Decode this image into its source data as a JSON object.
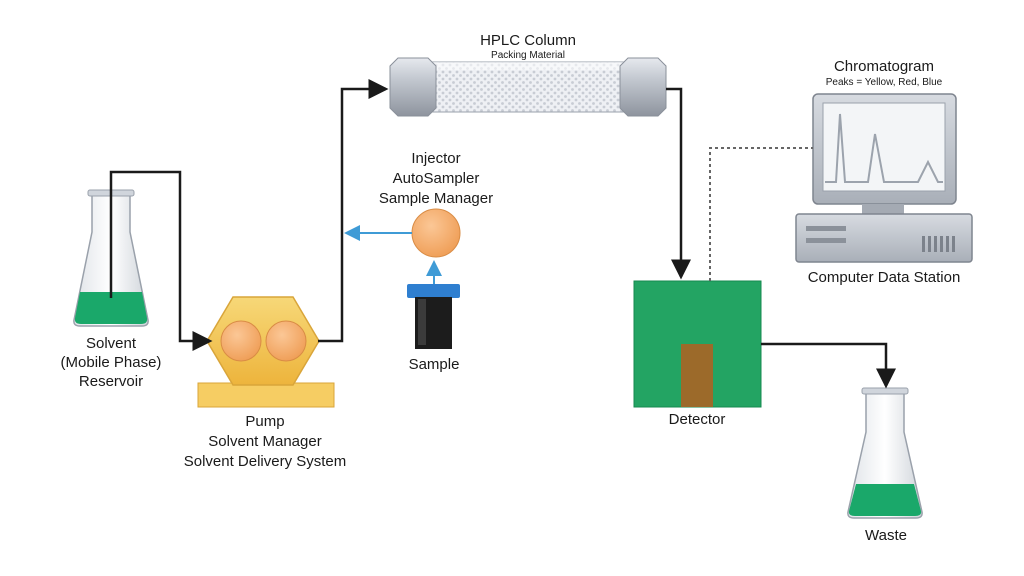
{
  "labels": {
    "solvent": [
      "Solvent",
      "(Mobile Phase)",
      "Reservoir"
    ],
    "pump": [
      "Pump",
      "Solvent Manager",
      "Solvent Delivery System"
    ],
    "injector": [
      "Injector",
      "AutoSampler",
      "Sample Manager"
    ],
    "sample": "Sample",
    "column_title": "HPLC Column",
    "column_sub": "Packing Material",
    "chromatogram_title": "Chromatogram",
    "chromatogram_sub": "Peaks = Yellow, Red, Blue",
    "computer": "Computer Data Station",
    "detector": "Detector",
    "waste": "Waste"
  },
  "colors": {
    "liquid": "#1aa86a",
    "pump_body": "#f2c04a",
    "pump_ring": "#f6a365",
    "detector": "#23a463",
    "detector_cell": "#9c6a2a",
    "flow_line": "#1a1a1a",
    "sample_flow": "#3f9bd6",
    "sample_cap": "#2f7fd0",
    "data_link": "#666666"
  }
}
